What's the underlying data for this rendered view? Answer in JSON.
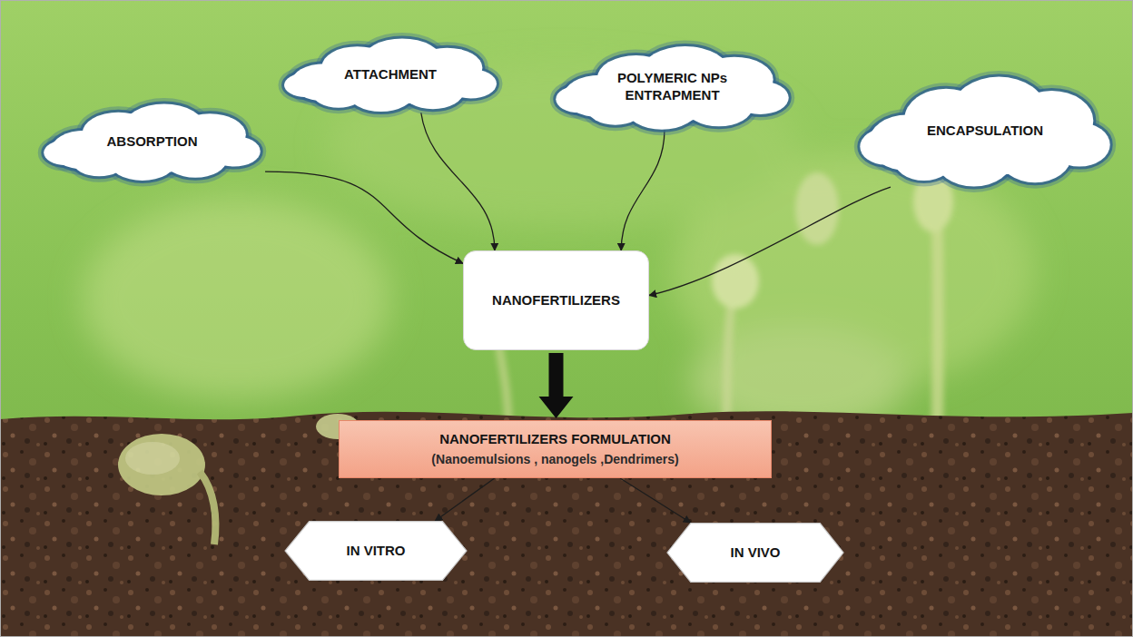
{
  "diagram": {
    "nodes": [
      {
        "text": [
          "ABSORPTION"
        ]
      },
      {
        "text": [
          "ATTACHMENT"
        ]
      },
      {
        "text": [
          "POLYMERIC NPs ENTRAPMENT"
        ]
      },
      {
        "text": [
          "ENCAPSULATION"
        ]
      },
      {
        "text": [
          "NANOFERTILIZERS"
        ]
      },
      {
        "text": [
          "NANOFERTILIZERS FORMULATION",
          "(Nanoemulsions , nanogels ,Dendrimers)"
        ]
      },
      {
        "text": [
          "IN VITRO"
        ]
      },
      {
        "text": [
          "IN VIVO"
        ]
      }
    ],
    "edges": [
      {
        "from": 0,
        "to": 4,
        "arrow": "to"
      },
      {
        "from": 1,
        "to": 4,
        "arrow": "to"
      },
      {
        "from": 2,
        "to": 4,
        "arrow": "to"
      },
      {
        "from": 3,
        "to": 4,
        "arrow": "to"
      },
      {
        "from": 4,
        "to": 5,
        "arrow": "to"
      },
      {
        "from": 5,
        "to": 6,
        "arrow": "to"
      },
      {
        "from": 5,
        "to": 7,
        "arrow": "to"
      }
    ]
  }
}
